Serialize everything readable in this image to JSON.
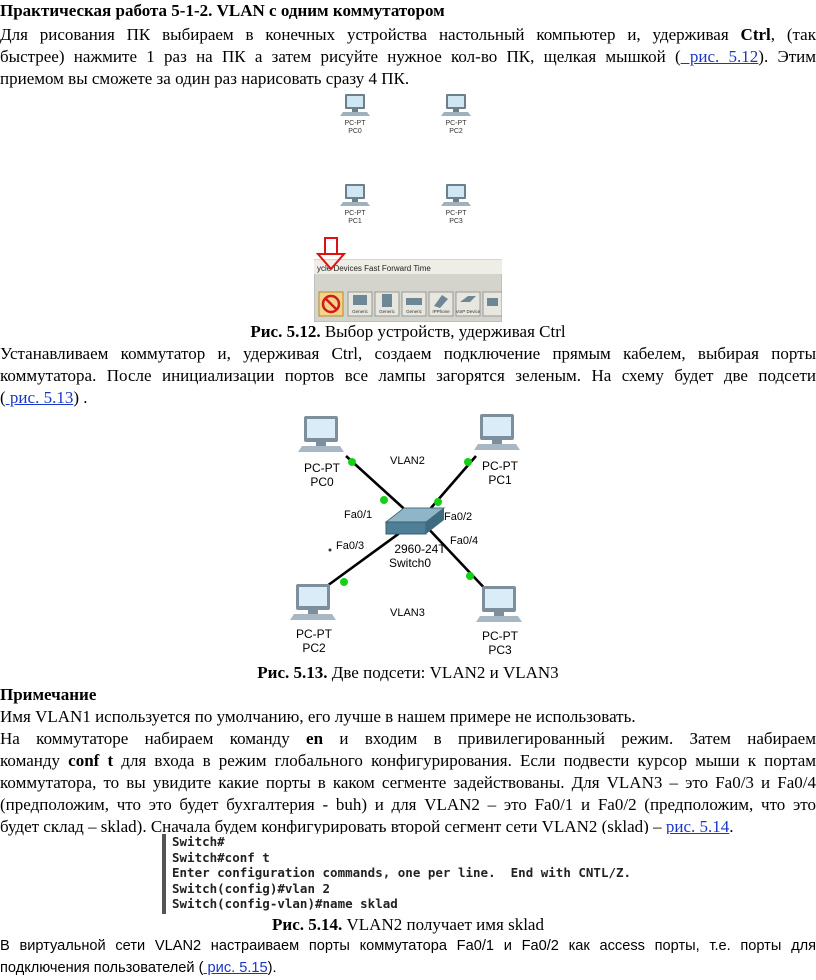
{
  "heading": "Практическая работа 5-1-2. VLAN с одним коммутатором",
  "para1": {
    "l1a": "Для рисования ПК выбираем в конечных устройства настольный компьютер и, удерживая ",
    "l1b": "Ctrl",
    "l1c": ", (так",
    "l2a": "быстрее) нажмите 1 раз на ПК а затем рисуйте нужное кол-во ПК, щелкая мышкой (",
    "l2link": " рис. 5.12",
    "l2b": "). Этим",
    "l3": "приемом вы сможете за один раз нарисовать сразу 4 ПК."
  },
  "fig512": {
    "pcs": [
      {
        "type": "PC-PT",
        "name": "PC0"
      },
      {
        "type": "PC-PT",
        "name": "PC2"
      },
      {
        "type": "PC-PT",
        "name": "PC1"
      },
      {
        "type": "PC-PT",
        "name": "PC3"
      }
    ],
    "toolbar_text": "ycle Devices   Fast Forward Time",
    "device_labels": [
      "Generic",
      "Generic",
      "Generic",
      "IPPhone",
      "VoIP Device"
    ],
    "caption_num": "Рис. 5.12.",
    "caption_text": " Выбор устройств, удерживая Ctrl"
  },
  "para2": {
    "l1": "Устанавливаем коммутатор и, удерживая Ctrl, создаем подключение прямым кабелем, выбирая порты",
    "l2": "коммутатора. После инициализации портов все лампы загорятся зеленым. На схему будет две подсети",
    "l3a": "(",
    "l3link": " рис. 5.13",
    "l3b": ") ."
  },
  "fig513": {
    "pcs": [
      {
        "type": "PC-PT",
        "name": "PC0"
      },
      {
        "type": "PC-PT",
        "name": "PC1"
      },
      {
        "type": "PC-PT",
        "name": "PC2"
      },
      {
        "type": "PC-PT",
        "name": "PC3"
      }
    ],
    "switch_model": "2960-24T",
    "switch_name": "Switch0",
    "ports": [
      "Fa0/1",
      "Fa0/2",
      "Fa0/3",
      "Fa0/4"
    ],
    "vlan_top": "VLAN2",
    "vlan_bottom": "VLAN3",
    "link_color": "#16d016",
    "caption_num": "Рис. 5.13.",
    "caption_text": " Две подсети: VLAN2 и VLAN3"
  },
  "note": {
    "title": "Примечание",
    "l1": "Имя VLAN1 используется по умолчанию, его лучше в нашем примере не использовать.",
    "l2a": "На коммутаторе набираем команду ",
    "l2b": "en",
    "l2c": " и входим в привилегированный режим. Затем набираем",
    "l3a": "команду ",
    "l3b": "conf t",
    "l3c": " для входа в режим глобального конфигурирования. Если подвести курсор мыши к портам",
    "l4": "коммутатора, то вы увидите какие порты в каком сегменте задействованы. Для VLAN3 – это Fa0/3 и Fa0/4",
    "l5": "(предположим, что это будет бухгалтерия - buh) и для VLAN2 – это Fa0/1 и Fa0/2 (предположим, что это",
    "l6a": "будет склад – sklad). Сначала будем конфигурировать второй сегмент сети VLAN2 (sklad) – ",
    "l6link": "рис. 5.14",
    "l6b": "."
  },
  "terminal": [
    "Switch#",
    "Switch#conf t",
    "Enter configuration commands, one per line.  End with CNTL/Z.",
    "Switch(config)#vlan 2",
    "Switch(config-vlan)#name sklad"
  ],
  "fig514": {
    "caption_num": "Рис. 5.14.",
    "caption_text": " VLAN2 получает имя sklad"
  },
  "para3": {
    "l1": "В виртуальной сети VLAN2 настраиваем порты коммутатора Fa0/1 и Fa0/2 как access порты, т.е. порты для",
    "l2a": "подключения пользователей (",
    "l2link": " рис. 5.15",
    "l2b": ")."
  }
}
